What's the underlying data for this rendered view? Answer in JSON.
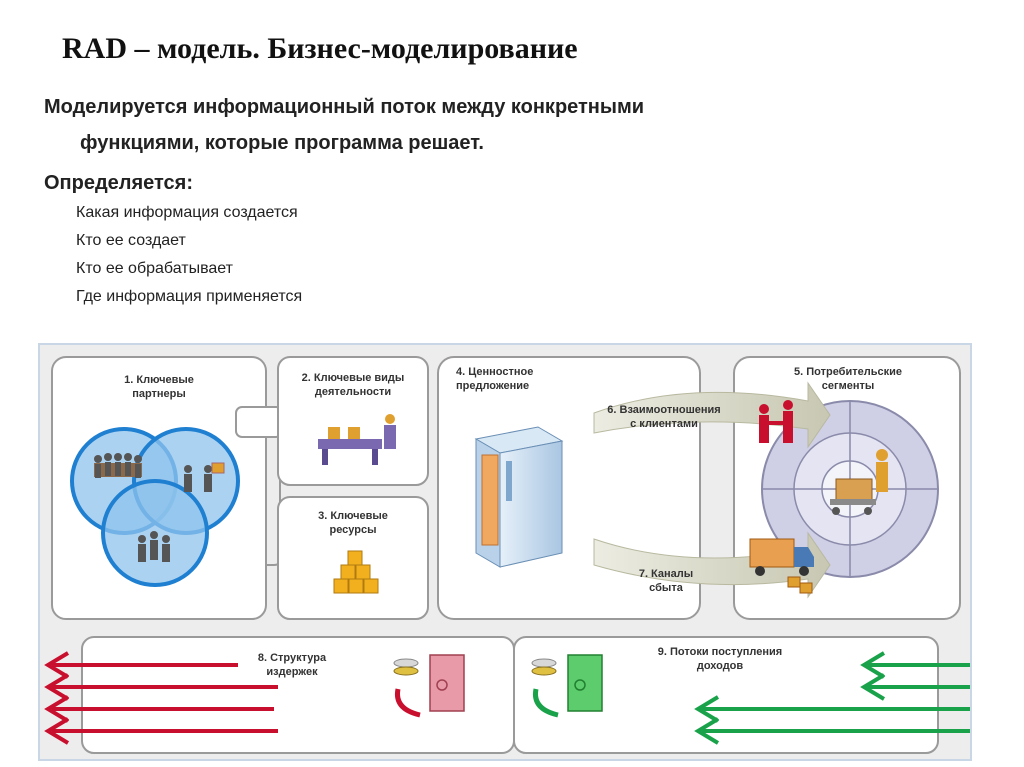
{
  "slide": {
    "title": "RAD – модель. Бизнес-моделирование",
    "line1": "Моделируется информационный поток между конкретными",
    "line2": "функциями, которые программа решает.",
    "subheading": "Определяется:",
    "items": [
      "Какая информация создается",
      "Кто ее создает",
      "Кто ее обрабатывает",
      "Где информация применяется"
    ]
  },
  "diagram": {
    "blocks": {
      "partners": [
        "1. Ключевые",
        "партнеры"
      ],
      "activities": [
        "2. Ключевые виды",
        "деятельности"
      ],
      "resources": [
        "3. Ключевые",
        "ресурсы"
      ],
      "value": [
        "4. Ценностное",
        "предложение"
      ],
      "segments": [
        "5. Потребительские",
        "сегменты"
      ],
      "relationships": [
        "6. Взаимоотношения",
        "с клиентами"
      ],
      "channels": [
        "7. Каналы",
        "сбыта"
      ],
      "costs": [
        "8. Структура",
        "издержек"
      ],
      "revenue": [
        "9. Потоки поступления",
        "доходов"
      ]
    },
    "colors": {
      "cost_arrows": "#c8102e",
      "revenue_arrows": "#1aa24a",
      "circles": "#1f7fd1",
      "box_border": "#9a9a9a",
      "flow_arrow": "#c7c7b2"
    }
  }
}
